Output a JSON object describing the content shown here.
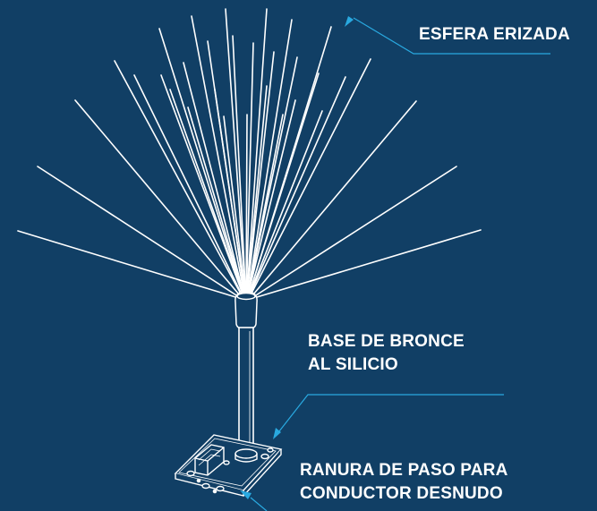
{
  "background_color": "#113F65",
  "line_color": "#FFFFFF",
  "leader_color": "#29A9E0",
  "labels": {
    "esfera": "ESFERA ERIZADA",
    "base_line1": "BASE DE BRONCE",
    "base_line2": "AL SILICIO",
    "ranura_line1": "RANURA DE PASO PARA",
    "ranura_line2": "CONDUCTOR DESNUDO"
  }
}
